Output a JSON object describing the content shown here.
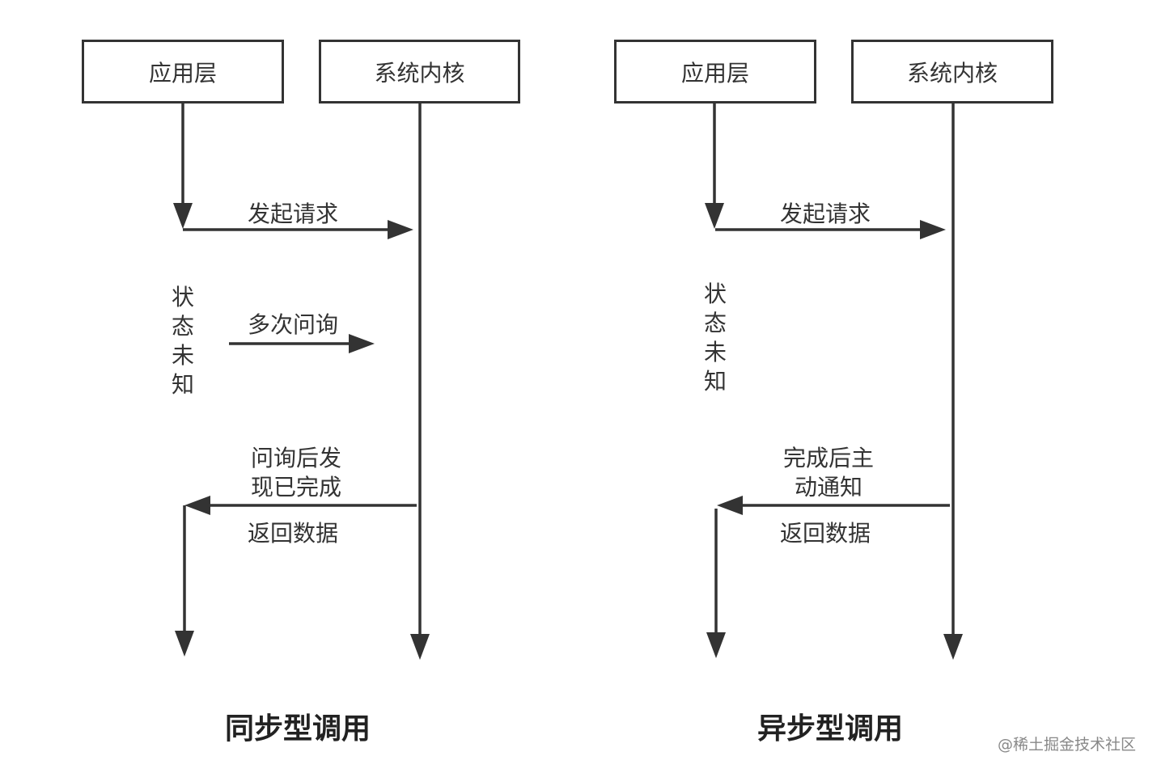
{
  "colors": {
    "line": "#333333",
    "text": "#333333",
    "title": "#222222",
    "watermark": "#888888"
  },
  "sync": {
    "app_box": "应用层",
    "kernel_box": "系统内核",
    "request_label": "发起请求",
    "state_label": "状态未知",
    "poll_label": "多次问询",
    "done_label": "问询后发现已完成",
    "return_label": "返回数据",
    "title": "同步型调用"
  },
  "async": {
    "app_box": "应用层",
    "kernel_box": "系统内核",
    "request_label": "发起请求",
    "state_label": "状态未知",
    "notify_label": "完成后主动通知",
    "return_label": "返回数据",
    "title": "异步型调用"
  },
  "watermark": "@稀土掘金技术社区"
}
